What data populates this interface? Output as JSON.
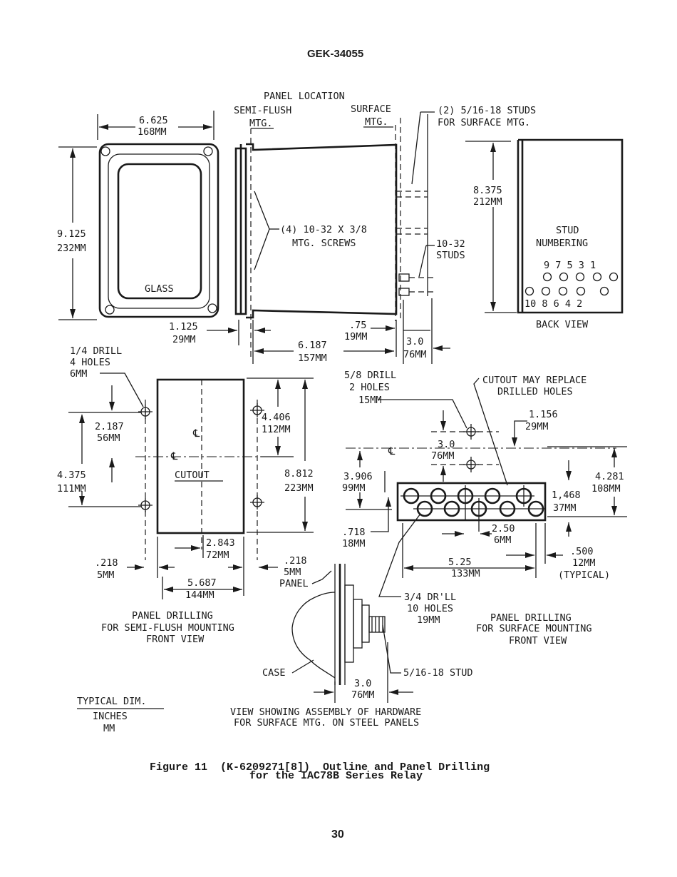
{
  "header": {
    "doc_number": "GEK-34055"
  },
  "front_view": {
    "width_in": "6.625",
    "width_mm": "168MM",
    "height_in": "9.125",
    "height_mm": "232MM",
    "glass_label": "GLASS",
    "offset_in": "1.125",
    "offset_mm": "29MM"
  },
  "side_view": {
    "panel_location": "PANEL LOCATION",
    "semi_flush_1": "SEMI-FLUSH",
    "semi_flush_2": "MTG.",
    "surface_1": "SURFACE",
    "surface_2": "MTG.",
    "screws_1": "(4) 10-32 X 3/8",
    "screws_2": "MTG. SCREWS",
    "studs_top_1": "(2) 5/16-18 STUDS",
    "studs_top_2": "FOR SURFACE MTG.",
    "studs_1032_1": "10-32",
    "studs_1032_2": "STUDS",
    "depth_in": "6.187",
    "depth_mm": "157MM",
    "stud_len_in": ".75",
    "stud_len_mm": "19MM",
    "proj_in": "3.0",
    "proj_mm": "76MM"
  },
  "back_view": {
    "height_in": "8.375",
    "height_mm": "212MM",
    "stud_label_1": "STUD",
    "stud_label_2": "NUMBERING",
    "top_numbers": "9  7  5  3  1",
    "bottom_numbers": "10  8  6  4  2",
    "caption": "BACK VIEW"
  },
  "semi_flush": {
    "drill_1": "1/4 DRILL",
    "drill_2": "4 HOLES",
    "drill_3": "6MM",
    "d1_in": "2.187",
    "d1_mm": "56MM",
    "d2_in": "4.375",
    "d2_mm": "111MM",
    "d3_in": "4.406",
    "d3_mm": "112MM",
    "d4_in": "8.812",
    "d4_mm": "223MM",
    "cl_label": "℄",
    "cutout_label": "CUTOUT",
    "d5_in": "2.843",
    "d5_mm": "72MM",
    "d6_in": ".218",
    "d6_mm": "5MM",
    "d7_in": ".218",
    "d7_mm": "5MM",
    "d8_in": "5.687",
    "d8_mm": "144MM",
    "panel_label": "PANEL",
    "caption_1": "PANEL DRILLING",
    "caption_2": "FOR SEMI-FLUSH MOUNTING",
    "caption_3": "FRONT VIEW"
  },
  "surface": {
    "drill_1": "5/8 DRILL",
    "drill_2": "2 HOLES",
    "drill_3": "15MM",
    "cutout_note_1": "CUTOUT MAY REPLACE",
    "cutout_note_2": "DRILLED HOLES",
    "d1_in": "1.156",
    "d1_mm": "29MM",
    "d2_in": "3.0",
    "d2_mm": "76MM",
    "cl_label": "℄",
    "d3_in": "3.906",
    "d3_mm": "99MM",
    "d4_in": "4.281",
    "d4_mm": "108MM",
    "d5_in": "1,468",
    "d5_mm": "37MM",
    "d6_in": ".718",
    "d6_mm": "18MM",
    "d7_in": "2.50",
    "d7_mm": "6MM",
    "d8_in": "5.25",
    "d8_mm": "133MM",
    "d9_in": ".500",
    "d9_mm": "12MM",
    "d9_note": "(TYPICAL)",
    "drill2_1": "3/4 DR'LL",
    "drill2_2": "10 HOLES",
    "drill2_3": "19MM",
    "caption_1": "PANEL DRILLING",
    "caption_2": "FOR SURFACE MOUNTING",
    "caption_3": "FRONT VIEW"
  },
  "assembly": {
    "case_label": "CASE",
    "stud_label": "5/16-18 STUD",
    "dim_in": "3.0",
    "dim_mm": "76MM",
    "caption_1": "VIEW SHOWING ASSEMBLY OF HARDWARE",
    "caption_2": "FOR SURFACE MTG. ON STEEL PANELS"
  },
  "legend": {
    "title": "TYPICAL DIM.",
    "line_1": "INCHES",
    "line_2": "MM"
  },
  "figure_caption": {
    "line_1": "Figure 11  (K-6209271[8])  Outline and Panel Drilling",
    "line_2": "for the IAC78B Series Relay"
  },
  "page_number": "30"
}
